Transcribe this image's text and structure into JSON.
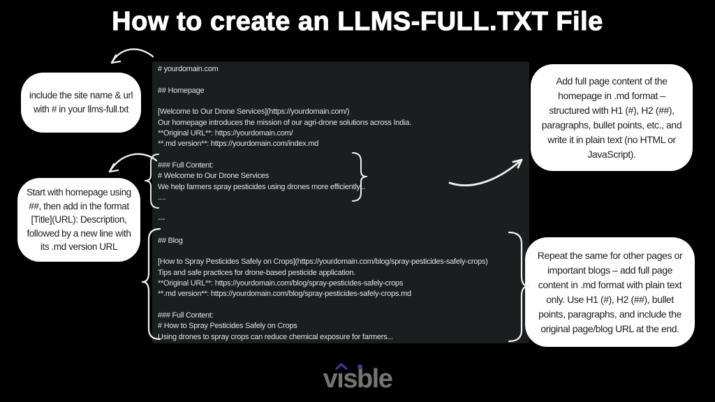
{
  "title": "How to create an LLMS-FULL.TXT File",
  "code_block": {
    "lines": [
      "# yourdomain.com",
      "",
      "## Homepage",
      "",
      "[Welcome to Our Drone Services](https://yourdomain.com/)",
      "Our homepage introduces the mission of our agri-drone solutions across India.",
      "**Original URL**: https://yourdomain.com/",
      "**.md version**: https://yourdomain.com/index.md",
      "",
      "### Full Content:",
      "# Welcome to Our Drone Services",
      "We help farmers spray pesticides using drones more efficiently...",
      "....",
      "",
      "---",
      "",
      "## Blog",
      "",
      "[How to Spray Pesticides Safely on Crops](https://yourdomain.com/blog/spray-pesticides-safely-crops)",
      "Tips and safe practices for drone-based pesticide application.",
      "**Original URL**: https://yourdomain.com/blog/spray-pesticides-safely-crops",
      "**.md version**: https://yourdomain.com/blog/spray-pesticides-safely-crops.md",
      "",
      "### Full Content:",
      "# How to Spray Pesticides Safely on Crops",
      "Using drones to spray crops can reduce chemical exposure for farmers..."
    ]
  },
  "callouts": {
    "left_top": "include the site name & url with # in your llms-full.txt",
    "left_bottom": "Start with homepage using ##, then add in the format [Title](URL): Description, followed by a new line with its .md version URL",
    "right_top": "Add full page content of the homepage in .md format – structured with H1 (#), H2 (##), paragraphs, bullet points, etc., and write it in plain text (no HTML or JavaScript).",
    "right_bottom": "Repeat the same for other pages or important blogs – add full page content in .md format with plain text only. Use H1 (#), H2 (##), bullet points, paragraphs, and include the original page/blog URL at the end."
  },
  "logo": {
    "wordmark": "vısble",
    "accent_color": "#3e378c",
    "letter_color": "#747474"
  },
  "colors": {
    "background": "#000000",
    "code_bg": "#1a1e1e",
    "code_text": "#dfe3e3",
    "bubble_bg": "#ffffff",
    "bubble_text": "#1c1c1c",
    "annotation": "#f2f2f2"
  }
}
